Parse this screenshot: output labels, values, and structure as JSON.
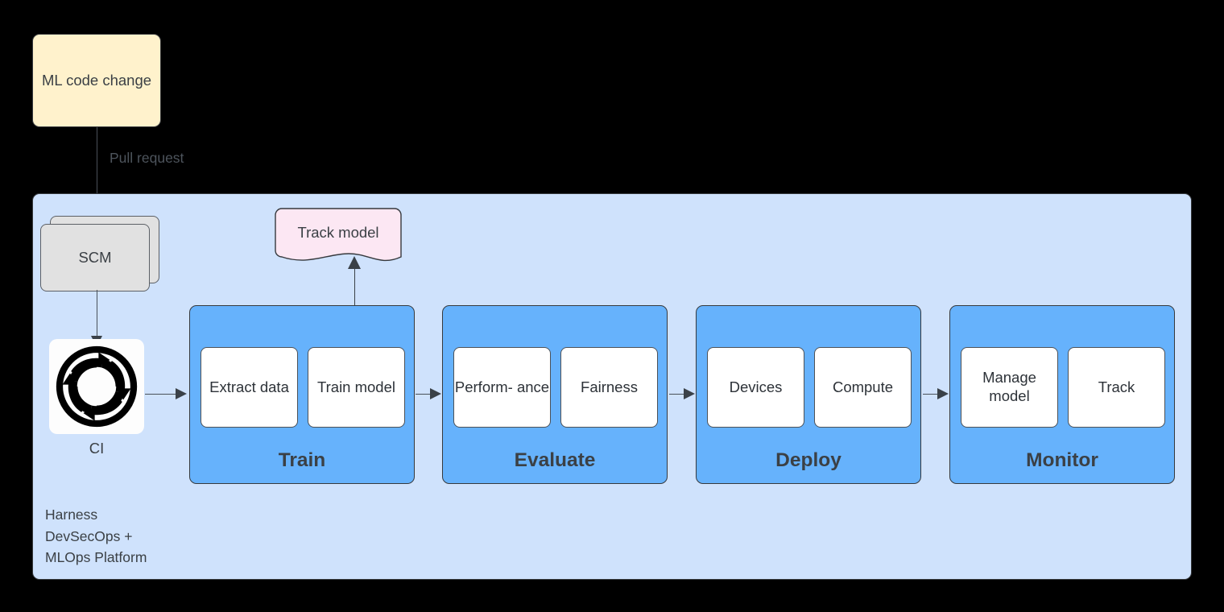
{
  "diagram": {
    "title_note": "MLOps pipeline on Harness platform",
    "colors": {
      "canvas": "#000000",
      "source_box": "#fff2cc",
      "platform_bg": "#cfe2fc",
      "stage_bg": "#66b2fc",
      "substep_bg": "#ffffff",
      "scm_bg": "#e1e1e1",
      "note_bg": "#fce7f3",
      "stroke": "#36393d",
      "text": "#3b4045"
    }
  },
  "source": {
    "label": "ML code change"
  },
  "edges": {
    "pull_request_label": "Pull request"
  },
  "scm": {
    "label": "SCM"
  },
  "ci": {
    "label": "CI",
    "icon": "continuous-integration-cycle-icon"
  },
  "note": {
    "label": "Track model"
  },
  "platform": {
    "label": "Harness\nDevSecOps +\nMLOps Platform"
  },
  "stages": [
    {
      "id": "train",
      "title": "Train",
      "substeps": [
        "Extract\ndata",
        "Train\nmodel"
      ]
    },
    {
      "id": "evaluate",
      "title": "Evaluate",
      "substeps": [
        "Perform-\nance",
        "Fairness"
      ]
    },
    {
      "id": "deploy",
      "title": "Deploy",
      "substeps": [
        "Devices",
        "Compute"
      ]
    },
    {
      "id": "monitor",
      "title": "Monitor",
      "substeps": [
        "Manage\nmodel",
        "Track"
      ]
    }
  ]
}
